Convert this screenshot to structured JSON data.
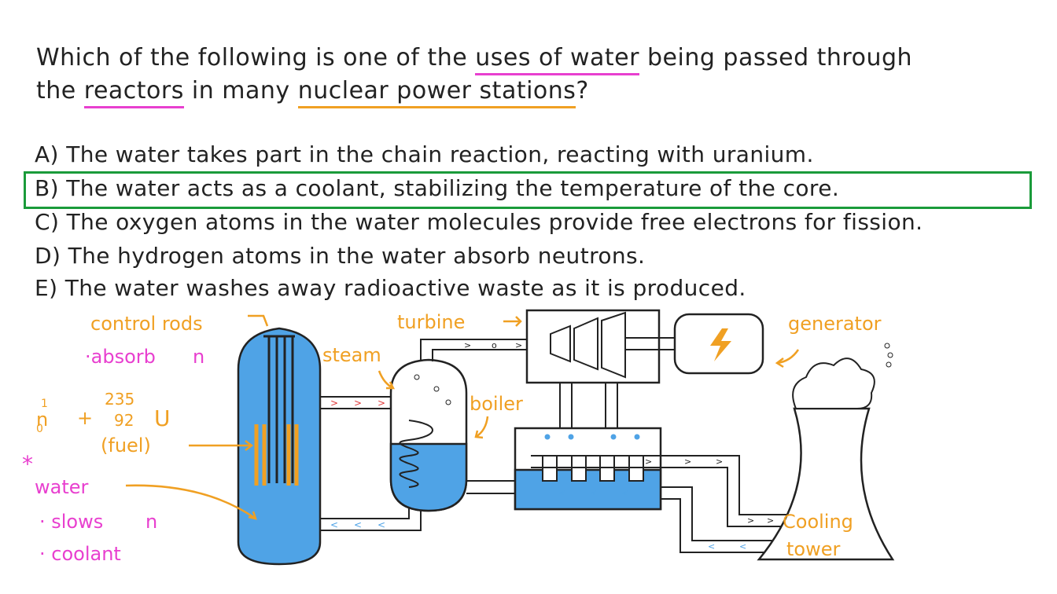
{
  "question": {
    "line1_pre": "Which of the following is one of the ",
    "line1_hl": "uses of water",
    "line1_post": " being passed through",
    "line2_pre": "the ",
    "line2_hl1": "reactors",
    "line2_mid": " in many ",
    "line2_hl2": "nuclear power stations",
    "line2_post": "?"
  },
  "options": [
    {
      "letter": "A)",
      "text": "The water takes part in the chain reaction, reacting with uranium."
    },
    {
      "letter": "B)",
      "text": "The water acts as a coolant, stabilizing the temperature of the core."
    },
    {
      "letter": "C)",
      "text": "The oxygen atoms in the water molecules provide free electrons for fission."
    },
    {
      "letter": "D)",
      "text": "The hydrogen atoms in the water absorb neutrons."
    },
    {
      "letter": "E)",
      "text": "The water washes away radioactive waste as it is produced."
    }
  ],
  "correct_option": "B",
  "diagram": {
    "control_rods": "control rods",
    "absorb": "·absorb",
    "neutron_symbol": "n",
    "neutron_superscript": "1",
    "neutron_subscript": "0",
    "plus": "+",
    "uranium_mass": "235",
    "uranium_number": "92",
    "uranium_symbol": "U",
    "fuel": "(fuel)",
    "asterisk": "*",
    "water": "water",
    "slows": "· slows",
    "coolant": "· coolant",
    "steam": "steam",
    "turbine": "turbine",
    "boiler": "boiler",
    "generator": "generator",
    "cooling": "Cooling",
    "tower": "tower"
  },
  "colors": {
    "pink": "#e83fcf",
    "orange": "#f0a023",
    "blue": "#4fa3e6",
    "green": "#1a9b3a",
    "red": "#e03a3a"
  }
}
